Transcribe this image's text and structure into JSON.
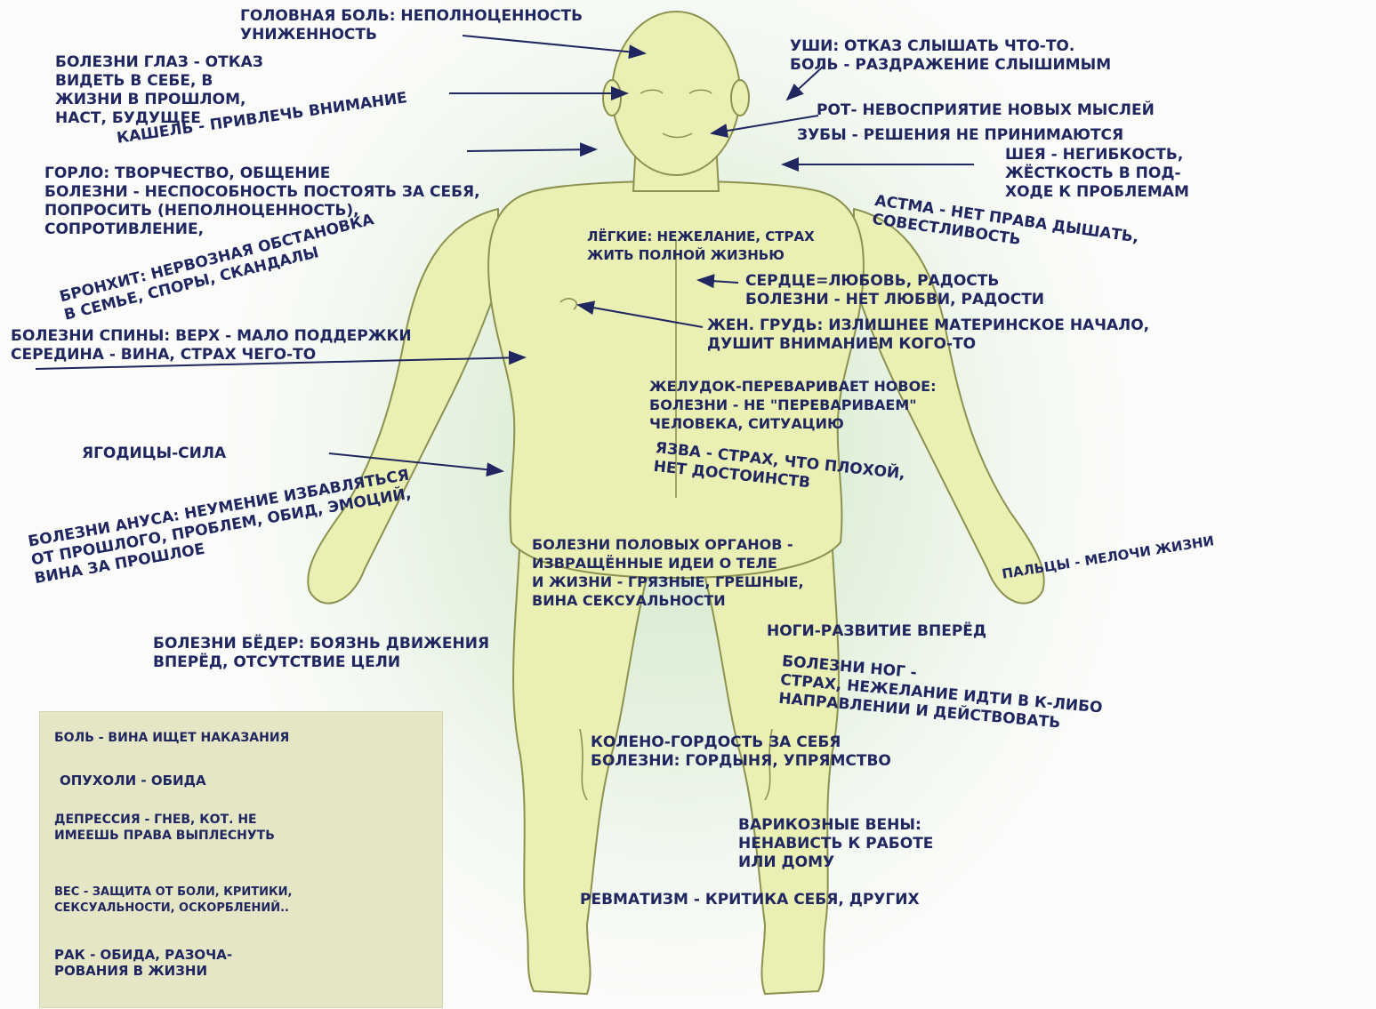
{
  "colors": {
    "text": "#1f2660",
    "body_fill": "#eaf0b4",
    "body_stroke": "#8d9150",
    "legend_bg": "#e5e6c5",
    "halo": "#cfe6c8"
  },
  "labels": {
    "head": [
      "ГОЛОВНАЯ БОЛЬ: НЕПОЛНОЦЕННОСТЬ",
      "УНИЖЕННОСТЬ"
    ],
    "eyes": [
      "БОЛЕЗНИ ГЛАЗ - ОТКАЗ",
      "ВИДЕТЬ В СЕБЕ, В",
      "ЖИЗНИ В ПРОШЛОМ,",
      "НАСТ, БУДУЩЕЕ"
    ],
    "cough": [
      "КАШЕЛЬ - ПРИВЛЕЧЬ ВНИМАНИЕ"
    ],
    "throat": [
      "ГОРЛО: ТВОРЧЕСТВО, ОБЩЕНИЕ",
      "БОЛЕЗНИ - НЕСПОСОБНОСТЬ ПОСТОЯТЬ ЗА СЕБЯ,",
      " ПОПРОСИТЬ (НЕПОЛНОЦЕННОСТЬ),",
      " СОПРОТИВЛЕНИЕ,"
    ],
    "bronchitis": [
      "БРОНХИТ: НЕРВОЗНАЯ ОБСТАНОВКА",
      "В СЕМЬЕ, СПОРЫ, СКАНДАЛЫ"
    ],
    "back": [
      "БОЛЕЗНИ СПИНЫ: ВЕРХ - МАЛО ПОДДЕРЖКИ",
      "СЕРЕДИНА - ВИНА, СТРАХ ЧЕГО-ТО"
    ],
    "buttocks": [
      "ЯГОДИЦЫ-СИЛА"
    ],
    "anus": [
      "БОЛЕЗНИ АНУСА: НЕУМЕНИЕ ИЗБАВЛЯТЬСЯ",
      "ОТ ПРОШЛОГО, ПРОБЛЕМ, ОБИД, ЭМОЦИЙ,",
      "ВИНА ЗА ПРОШЛОЕ"
    ],
    "hips": [
      "БОЛЕЗНИ БЁДЕР: БОЯЗНЬ ДВИЖЕНИЯ",
      " ВПЕРЁД, ОТСУТСТВИЕ ЦЕЛИ"
    ],
    "ears": [
      "УШИ: ОТКАЗ СЛЫШАТЬ ЧТО-ТО.",
      "БОЛЬ - РАЗДРАЖЕНИЕ СЛЫШИМЫМ"
    ],
    "mouth": [
      "РОТ- НЕВОСПРИЯТИЕ НОВЫХ МЫСЛЕЙ"
    ],
    "teeth": [
      "ЗУБЫ - РЕШЕНИЯ НЕ ПРИНИМАЮТСЯ"
    ],
    "neck": [
      "ШЕЯ - НЕГИБКОСТЬ,",
      "ЖЁСТКОСТЬ В ПОД-",
      "ХОДЕ К ПРОБЛЕМАМ"
    ],
    "asthma": [
      "АСТМА - НЕТ ПРАВА ДЫШАТЬ,",
      "СОВЕСТЛИВОСТЬ"
    ],
    "lungs": [
      "ЛЁГКИЕ: НЕЖЕЛАНИЕ, СТРАХ",
      "ЖИТЬ ПОЛНОЙ ЖИЗНЬЮ"
    ],
    "heart": [
      "СЕРДЦЕ=ЛЮБОВЬ, РАДОСТЬ",
      "БОЛЕЗНИ - НЕТ ЛЮБВИ, РАДОСТИ"
    ],
    "breast": [
      "ЖЕН. ГРУДЬ: ИЗЛИШНЕЕ МАТЕРИНСКОЕ НАЧАЛО,",
      "ДУШИТ ВНИМАНИЕМ КОГО-ТО"
    ],
    "stomach": [
      "ЖЕЛУДОК-ПЕРЕВАРИВАЕТ НОВОЕ:",
      "БОЛЕЗНИ - НЕ \"ПЕРЕВАРИВАЕМ\"",
      "  ЧЕЛОВЕКА, СИТУАЦИЮ"
    ],
    "ulcer": [
      "ЯЗВА - СТРАХ, ЧТО ПЛОХОЙ,",
      "НЕТ ДОСТОИНСТВ"
    ],
    "genitals": [
      "БОЛЕЗНИ ПОЛОВЫХ ОРГАНОВ -",
      "ИЗВРАЩЁННЫЕ ИДЕИ О ТЕЛЕ",
      "И ЖИЗНИ - ГРЯЗНЫЕ,  ГРЕШНЫЕ,",
      "ВИНА СЕКСУАЛЬНОСТИ"
    ],
    "fingers": [
      "ПАЛЬЦЫ - МЕЛОЧИ ЖИЗНИ"
    ],
    "legs": [
      "НОГИ-РАЗВИТИЕ ВПЕРЁД"
    ],
    "leg_disease": [
      "БОЛЕЗНИ НОГ -",
      "СТРАХ, НЕЖЕЛАНИЕ ИДТИ В К-ЛИБО",
      "НАПРАВЛЕНИИ И ДЕЙСТВОВАТЬ"
    ],
    "knee": [
      "КОЛЕНО-ГОРДОСТЬ ЗА СЕБЯ",
      "БОЛЕЗНИ: ГОРДЫНЯ, УПРЯМСТВО"
    ],
    "varicose": [
      "ВАРИКОЗНЫЕ ВЕНЫ:",
      "НЕНАВИСТЬ К РАБОТЕ",
      "  ИЛИ ДОМУ"
    ],
    "rheumatism": [
      "РЕВМАТИЗМ - КРИТИКА СЕБЯ, ДРУГИХ"
    ]
  },
  "legend": [
    [
      "БОЛЬ - ВИНА ИЩЕТ НАКАЗАНИЯ"
    ],
    [
      "ОПУХОЛИ - ОБИДА"
    ],
    [
      "ДЕПРЕССИЯ - ГНЕВ, КОТ. НЕ",
      " ИМЕЕШЬ ПРАВА ВЫПЛЕСНУТЬ"
    ],
    [
      "ВЕС - ЗАЩИТА ОТ БОЛИ, КРИТИКИ,",
      "  СЕКСУАЛЬНОСТИ, ОСКОРБЛЕНИЙ.."
    ],
    [
      "РАК - ОБИДА, РАЗОЧА-",
      "РОВАНИЯ В ЖИЗНИ"
    ]
  ]
}
